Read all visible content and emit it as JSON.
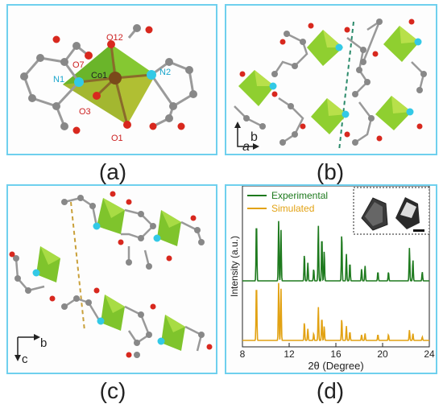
{
  "captions": {
    "a": "(a)",
    "b": "(b)",
    "c": "(c)",
    "d": "(d)"
  },
  "panel_a": {
    "labels": {
      "o12": "O12",
      "o7": "O7",
      "n1": "N1",
      "co1": "Co1",
      "n2": "N2",
      "o3": "O3",
      "o1": "O1"
    }
  },
  "panel_b": {
    "axis_b": "b",
    "axis_a": "a"
  },
  "panel_c": {
    "axis_c": "c",
    "axis_b": "b"
  },
  "colors": {
    "experimental": "#1e7a1e",
    "simulated": "#e2a213",
    "panel_border": "#6fd0ee",
    "nitrogen": "#33c9e6",
    "oxygen": "#d8281e",
    "carbon": "#8c8c8c",
    "polyhedron": "#7fc42c"
  },
  "chart_data": {
    "type": "line",
    "xlabel": "2θ (Degree)",
    "ylabel": "Intensity (a.u.)",
    "xlim": [
      8,
      24
    ],
    "xticks": [
      "8",
      "12",
      "16",
      "20",
      "24"
    ],
    "legend": "top-left",
    "series": [
      {
        "name": "Experimental",
        "peaks": [
          {
            "x": 9.2,
            "h": 1.0
          },
          {
            "x": 11.1,
            "h": 1.0
          },
          {
            "x": 11.3,
            "h": 0.85
          },
          {
            "x": 13.3,
            "h": 0.45
          },
          {
            "x": 13.6,
            "h": 0.3
          },
          {
            "x": 14.1,
            "h": 0.2
          },
          {
            "x": 14.5,
            "h": 0.92
          },
          {
            "x": 14.8,
            "h": 0.75
          },
          {
            "x": 15.0,
            "h": 0.5
          },
          {
            "x": 16.5,
            "h": 0.8
          },
          {
            "x": 16.9,
            "h": 0.45
          },
          {
            "x": 17.2,
            "h": 0.3
          },
          {
            "x": 18.2,
            "h": 0.2
          },
          {
            "x": 18.5,
            "h": 0.25
          },
          {
            "x": 19.6,
            "h": 0.15
          },
          {
            "x": 20.5,
            "h": 0.15
          },
          {
            "x": 22.3,
            "h": 0.55
          },
          {
            "x": 22.6,
            "h": 0.35
          },
          {
            "x": 23.4,
            "h": 0.15
          }
        ]
      },
      {
        "name": "Simulated",
        "peaks": [
          {
            "x": 9.2,
            "h": 1.0
          },
          {
            "x": 11.1,
            "h": 1.0
          },
          {
            "x": 11.3,
            "h": 0.9
          },
          {
            "x": 13.3,
            "h": 0.32
          },
          {
            "x": 13.6,
            "h": 0.2
          },
          {
            "x": 14.1,
            "h": 0.12
          },
          {
            "x": 14.5,
            "h": 0.58
          },
          {
            "x": 14.8,
            "h": 0.4
          },
          {
            "x": 15.0,
            "h": 0.25
          },
          {
            "x": 16.5,
            "h": 0.38
          },
          {
            "x": 16.9,
            "h": 0.25
          },
          {
            "x": 17.2,
            "h": 0.15
          },
          {
            "x": 18.2,
            "h": 0.1
          },
          {
            "x": 18.5,
            "h": 0.12
          },
          {
            "x": 19.6,
            "h": 0.1
          },
          {
            "x": 20.5,
            "h": 0.1
          },
          {
            "x": 22.3,
            "h": 0.18
          },
          {
            "x": 22.6,
            "h": 0.12
          },
          {
            "x": 23.4,
            "h": 0.06
          }
        ]
      }
    ],
    "inset": "crystal-photo-with-scale-bar"
  }
}
